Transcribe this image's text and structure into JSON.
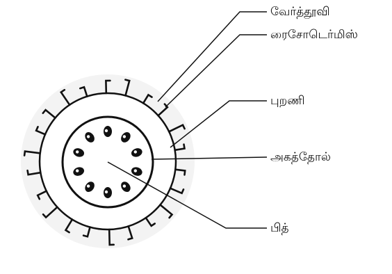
{
  "labels": {
    "root_hair": "வேர்த்தூவி",
    "rhizodermis": "ரைசோடெர்மிஸ்",
    "cortex": "புறணி",
    "endodermis": "அகத்தோல்",
    "pith": "பித்"
  }
}
